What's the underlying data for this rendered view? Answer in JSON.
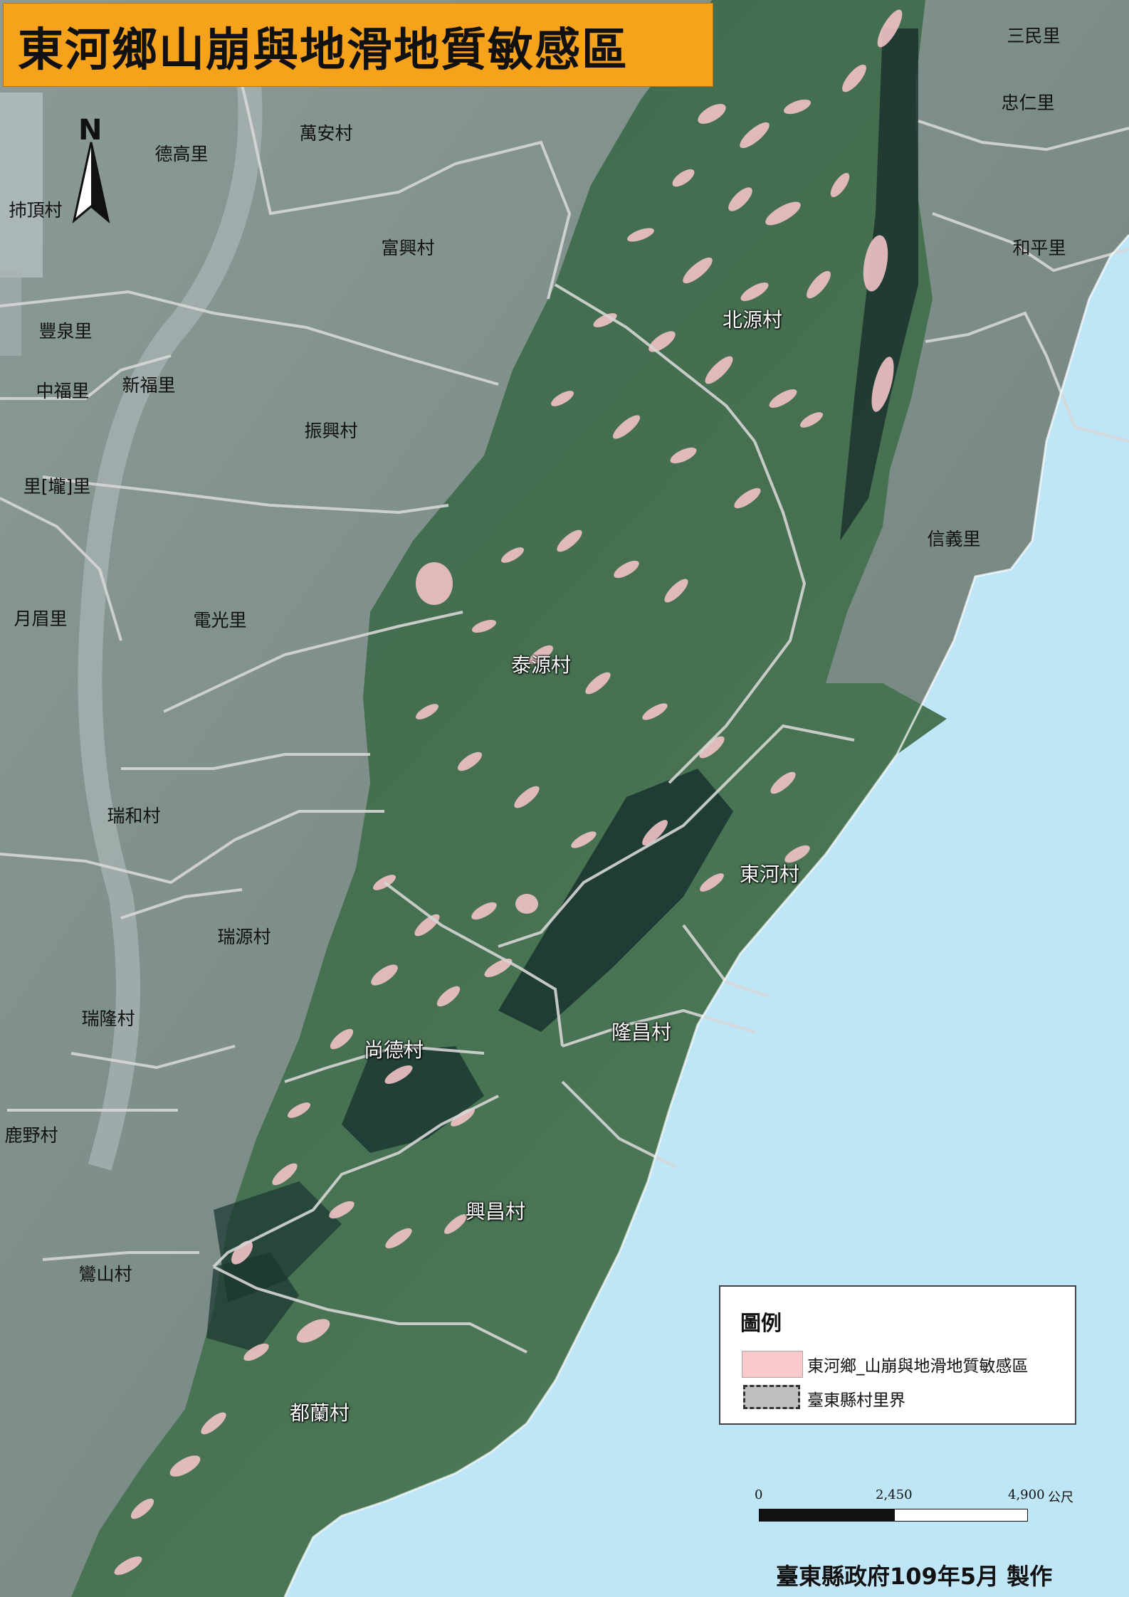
{
  "title": "東河鄉山崩與地滑地質敏感區",
  "north_arrow": {
    "label": "N",
    "icon": "north-arrow-icon"
  },
  "colors": {
    "sea": "#bfe6f7",
    "terrain_gray": "#7a8a86",
    "terrain_green": "#3f6a50",
    "sensitive_area": "#f9c9cc",
    "boundary": "#d9d9d9",
    "title_bg": "#f7a21b"
  },
  "village_labels": [
    {
      "id": "sanmin",
      "text": "三民里",
      "style": "plain"
    },
    {
      "id": "zhongren",
      "text": "忠仁里",
      "style": "plain"
    },
    {
      "id": "wanan",
      "text": "萬安村",
      "style": "plain"
    },
    {
      "id": "degao",
      "text": "德高里",
      "style": "plain"
    },
    {
      "id": "baading",
      "text": "㧊頂村",
      "style": "plain"
    },
    {
      "id": "fuxing",
      "text": "富興村",
      "style": "plain"
    },
    {
      "id": "heping",
      "text": "和平里",
      "style": "plain"
    },
    {
      "id": "fengquan",
      "text": "豐泉里",
      "style": "plain"
    },
    {
      "id": "zhongfu",
      "text": "中福里",
      "style": "plain"
    },
    {
      "id": "xinfu",
      "text": "新福里",
      "style": "plain"
    },
    {
      "id": "zhenxing",
      "text": "振興村",
      "style": "plain"
    },
    {
      "id": "beiyuan",
      "text": "北源村",
      "style": "white"
    },
    {
      "id": "lilong",
      "text": "里[壠]里",
      "style": "plain"
    },
    {
      "id": "xinyi",
      "text": "信義里",
      "style": "plain"
    },
    {
      "id": "yuemei",
      "text": "月眉里",
      "style": "plain"
    },
    {
      "id": "dianguang",
      "text": "電光里",
      "style": "plain"
    },
    {
      "id": "taiyuan",
      "text": "泰源村",
      "style": "white"
    },
    {
      "id": "ruihe",
      "text": "瑞和村",
      "style": "plain"
    },
    {
      "id": "donghe",
      "text": "東河村",
      "style": "white"
    },
    {
      "id": "ruiyuan",
      "text": "瑞源村",
      "style": "plain"
    },
    {
      "id": "ruilong",
      "text": "瑞隆村",
      "style": "plain"
    },
    {
      "id": "longchang",
      "text": "隆昌村",
      "style": "white"
    },
    {
      "id": "shangde",
      "text": "尚德村",
      "style": "white"
    },
    {
      "id": "luye",
      "text": "鹿野村",
      "style": "plain"
    },
    {
      "id": "xingchang",
      "text": "興昌村",
      "style": "white"
    },
    {
      "id": "lushan",
      "text": "鸞山村",
      "style": "plain"
    },
    {
      "id": "dulan",
      "text": "都蘭村",
      "style": "white"
    }
  ],
  "legend": {
    "title": "圖例",
    "items": [
      {
        "label": "東河鄉_山崩與地滑地質敏感區",
        "color": "#f9c9cc"
      },
      {
        "label": "臺東縣村里界",
        "color": "#bfbfbf"
      }
    ]
  },
  "scale_bar": {
    "ticks": [
      "0",
      "2,450",
      "4,900"
    ],
    "unit": "公尺"
  },
  "credit": "臺東縣政府109年5月 製作"
}
